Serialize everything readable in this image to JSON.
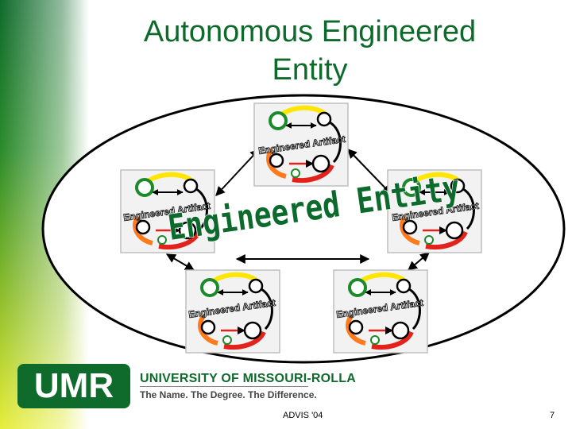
{
  "slide": {
    "title_line1": "Autonomous Engineered",
    "title_line2": "Entity",
    "overlay_text": "Engineered Entity",
    "module_label": "Engineered Artifact",
    "footer": "ADVIS '04",
    "page_number": "7"
  },
  "logo": {
    "abbr": "UMR",
    "name": "UNIVERSITY OF MISSOURI-ROLLA",
    "tagline": "The Name. The Degree. The Difference."
  },
  "colors": {
    "title_green": "#0d6a2b",
    "overlay_green": "#0c6b2c",
    "ring_yellow": "#ffe600",
    "ring_green": "#1c8a2a",
    "ring_orange": "#ff7a1a",
    "ring_red": "#e3221b"
  }
}
